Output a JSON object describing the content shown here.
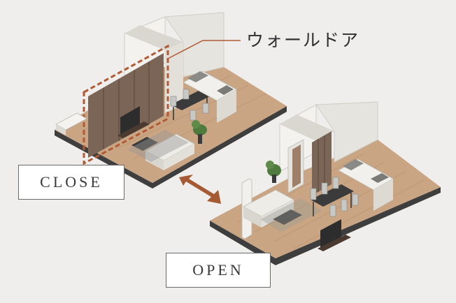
{
  "labels": {
    "wall_door": "ウォールドア",
    "close": "CLOSE",
    "open": "OPEN"
  },
  "colors": {
    "background": "#efeeec",
    "floor": "#c4a07e",
    "base": "#3e3e3e",
    "wall": "#f1f0ec",
    "door_panel": "#7a6354",
    "highlight": "#b25a36",
    "arrow": "#a65a34"
  },
  "icons": [
    "double-arrow-icon",
    "plant-icon"
  ]
}
